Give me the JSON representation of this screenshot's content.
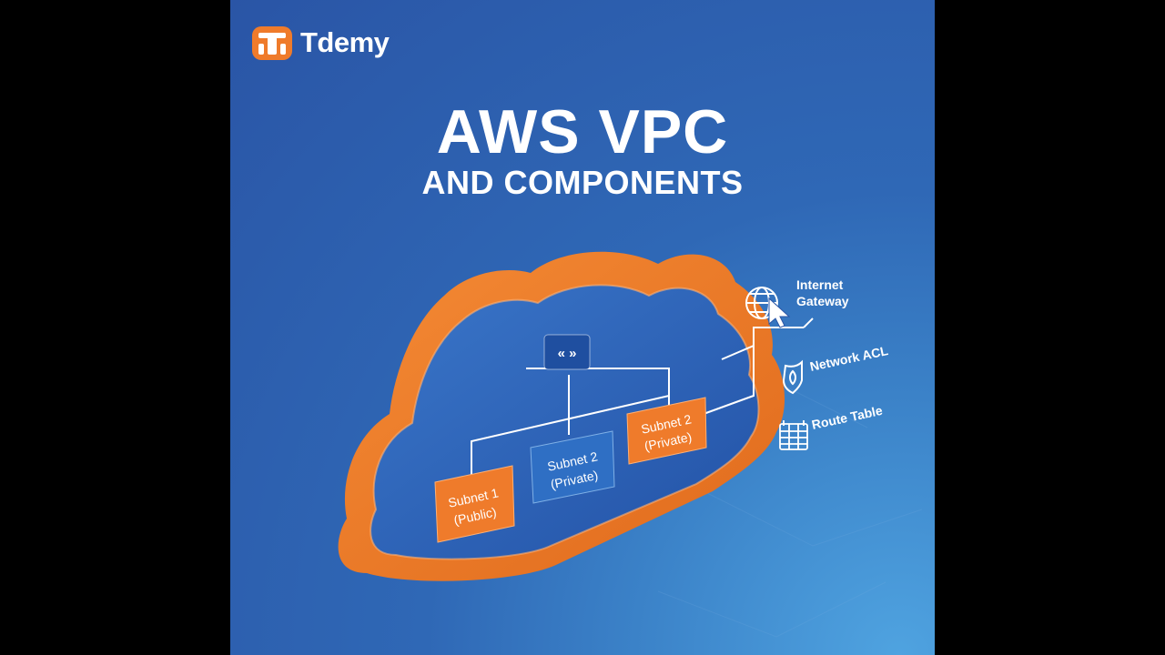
{
  "brand": {
    "name": "Tdemy",
    "accent": "#ef7b2b"
  },
  "title": {
    "line1": "AWS VPC",
    "line2": "AND COMPONENTS"
  },
  "diagram": {
    "router_glyph": "« »",
    "subnets": [
      {
        "line1": "Subnet 1",
        "line2": "(Public)",
        "color": "#ef7b2b"
      },
      {
        "line1": "Subnet 2",
        "line2": "(Private)",
        "color": "#2f6fc4"
      },
      {
        "line1": "Subnet 2",
        "line2": "(Private)",
        "color": "#ef7b2b"
      }
    ],
    "components": {
      "gateway_line1": "Internet",
      "gateway_line2": "Gateway",
      "acl": "Network ACL",
      "route": "Route Table"
    },
    "icons": [
      "globe-icon",
      "cursor-icon",
      "shield-flame-icon",
      "table-icon"
    ]
  },
  "colors": {
    "cloud_orange": "#ef7b2b",
    "cloud_blue": "#2d62b5",
    "background": "#2f68b6"
  }
}
